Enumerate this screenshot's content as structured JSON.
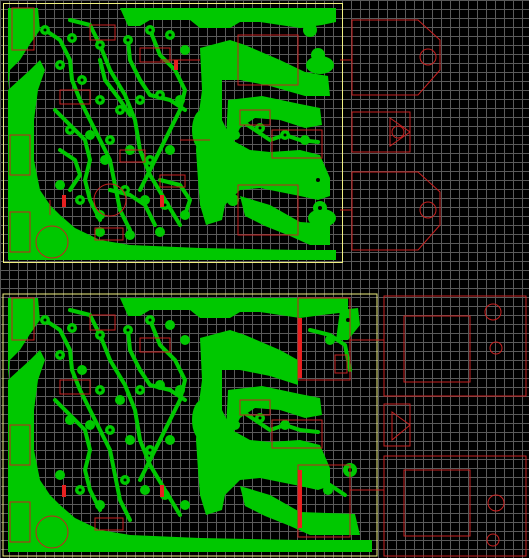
{
  "app": {
    "view": "pcb-layout-editor"
  },
  "colors": {
    "background": "#000000",
    "grid": "#5a5a5a",
    "copper": "#00c800",
    "silkscreen": "#c82020",
    "board_outline": "#f0f080",
    "drill": "#000000"
  },
  "boards": [
    {
      "name": "upper-board",
      "parts": [
        "transistor-footprint",
        "transistor-footprint",
        "transistor-footprint"
      ]
    },
    {
      "name": "lower-board",
      "parts": [
        "heatsink-footprint",
        "heatsink-footprint",
        "heatsink-footprint"
      ]
    }
  ]
}
